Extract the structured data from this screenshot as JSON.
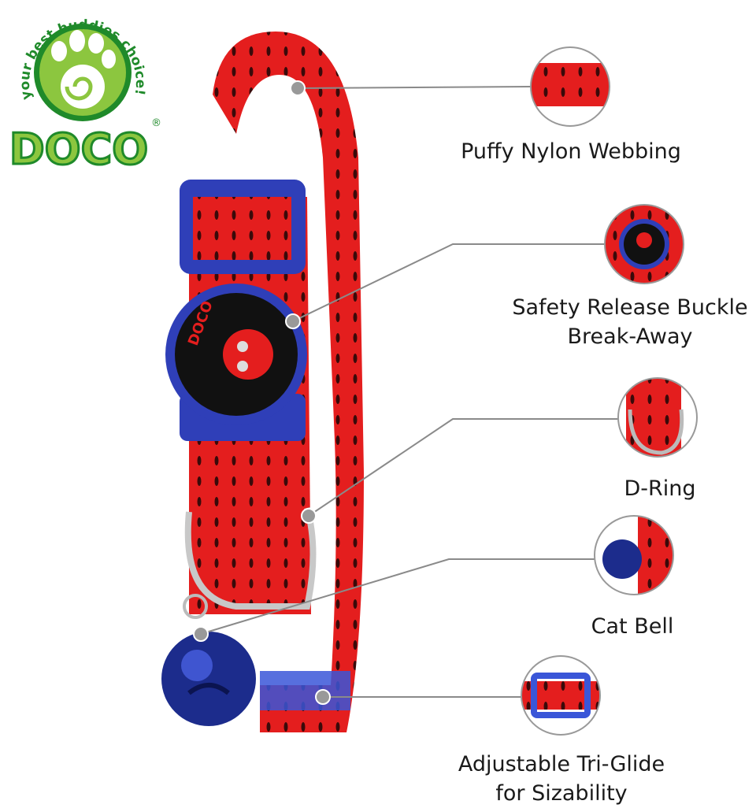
{
  "brand": {
    "logo_name": "DOCO",
    "tagline": "your best buddies choice!",
    "registered_mark": "®",
    "colors": {
      "dark_green": "#1f8a2a",
      "light_green": "#8cc63f"
    }
  },
  "product": {
    "buckle_text": "DOCO",
    "colors": {
      "webbing": "#e41e1e",
      "buckle": "#2f3fb8",
      "bell": "#1c2c8c"
    }
  },
  "features": [
    {
      "label": "Puffy Nylon Webbing"
    },
    {
      "label_line1": "Safety Release Buckle",
      "label_line2": "Break-Away"
    },
    {
      "label": "D-Ring"
    },
    {
      "label": "Cat Bell"
    },
    {
      "label_line1": "Adjustable Tri-Glide",
      "label_line2": "for Sizability"
    }
  ]
}
